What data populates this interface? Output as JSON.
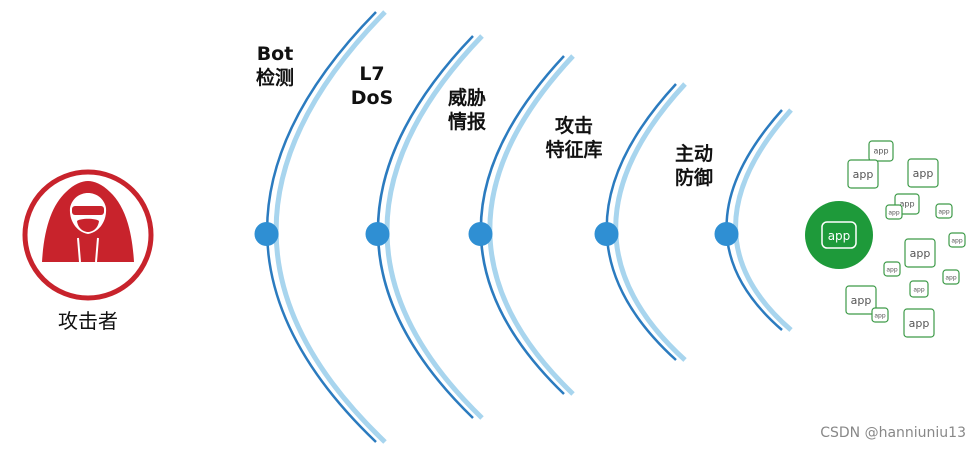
{
  "colors": {
    "arc_outer": "#2b7bbf",
    "arc_inner": "#a8d5ee",
    "node": "#2f8fd3",
    "attacker": "#c8232c",
    "app_green": "#1e9a3a",
    "app_border": "#3d9a48"
  },
  "attacker": {
    "icon": "hooded-hacker-icon",
    "label": "攻击者"
  },
  "layers": [
    {
      "lines": [
        "Bot",
        "检测"
      ]
    },
    {
      "lines": [
        "L7",
        "DoS"
      ]
    },
    {
      "lines": [
        "威胁",
        "情报"
      ]
    },
    {
      "lines": [
        "攻击",
        "特征库"
      ]
    },
    {
      "lines": [
        "主动",
        "防御"
      ]
    }
  ],
  "app_cluster": {
    "main_label": "app",
    "tile_label": "app"
  },
  "watermark": "CSDN @hanniuniu13"
}
